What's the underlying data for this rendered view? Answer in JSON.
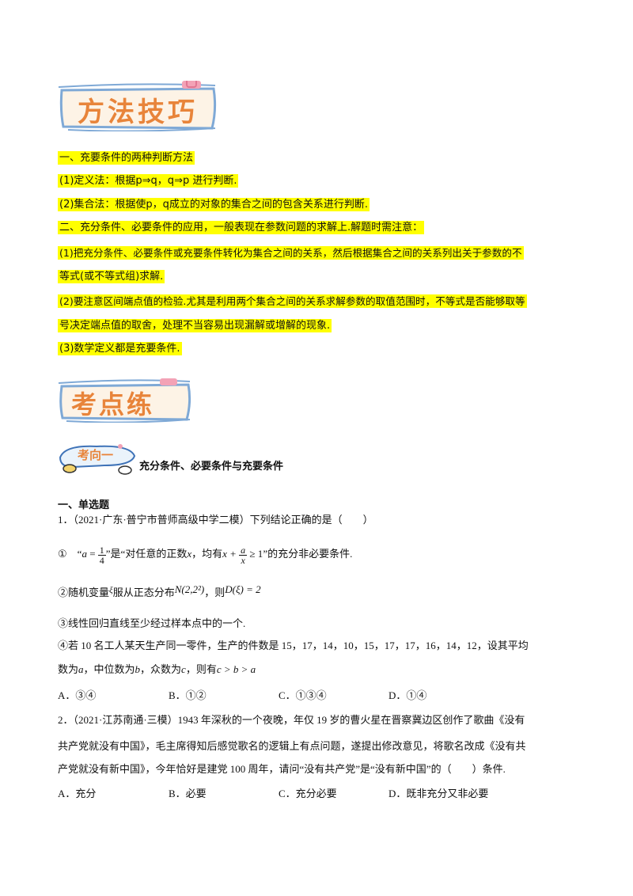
{
  "banners": {
    "method": "方法技巧",
    "practice": "考点练",
    "direction_tag": "考向一",
    "direction_title": "充分条件、必要条件与充要条件"
  },
  "method_lines": [
    "一、充要条件的两种判断方法",
    "(1)定义法：根据p⇒q，q⇒p 进行判断.",
    "(2)集合法：根据使p，q成立的对象的集合之间的包含关系进行判断.",
    "二、充分条件、必要条件的应用，一般表现在参数问题的求解上.解题时需注意：",
    "(1)把充分条件、必要条件或充要条件转化为集合之间的关系，然后根据集合之间的关系列出关于参数的不",
    "等式(或不等式组)求解.",
    "(2)要注意区间端点值的检验.尤其是利用两个集合之间的关系求解参数的取值范围时，不等式是否能够取等",
    "号决定端点值的取舍，处理不当容易出现漏解或增解的现象.",
    "(3)数学定义都是充要条件."
  ],
  "section_heading": "一、单选题",
  "q1": {
    "stem": "1．（2021·广东·普宁市普师高级中学二模）下列结论正确的是（　　）",
    "s1_prefix": "①　“",
    "s1_a": "a",
    "s1_eq": " = ",
    "s1_num": "1",
    "s1_den": "4",
    "s1_mid": "”是“对任意的正数",
    "s1_x": "x",
    "s1_mid2": "，均有",
    "s1_xplus": "x + ",
    "s1_fnum": "a",
    "s1_fden": "x",
    "s1_ge": " ≥ 1",
    "s1_tail": "”的充分非必要条件.",
    "s2_prefix": "②随机变量",
    "s2_xi": "ξ",
    "s2_mid": "服从正态分布",
    "s2_dist": "N(2,2²)",
    "s2_then": "，则",
    "s2_expr": "D(ξ) = 2",
    "s3": "③线性回归直线至少经过样本点中的一个.",
    "s4_line1": "④若 10 名工人某天生产同一零件，生产的件数是 15，17，14，10，15，17，17，16，14，12，设其平均",
    "s4_line2_a": "数为",
    "s4_a": "a",
    "s4_line2_b": "，中位数为",
    "s4_b": "b",
    "s4_line2_c": "，众数为",
    "s4_c": "c",
    "s4_line2_d": "，则有",
    "s4_expr": "c > b > a",
    "options": [
      "A．③④",
      "B．①②",
      "C．①③④",
      "D．①④"
    ]
  },
  "q2": {
    "line1": "2．（2021·江苏南通·三模）1943 年深秋的一个夜晚，年仅 19 岁的曹火星在晋察冀边区创作了歌曲《没有",
    "line2": "共产党就没有中国》，毛主席得知后感觉歌名的逻辑上有点问题，遂提出修改意见，将歌名改成《没有共",
    "line3": "产党就没有新中国》，今年恰好是建党 100 周年，请问“没有共产党”是“没有新中国”的（　　）条件.",
    "options": [
      "A．充分",
      "B．必要",
      "C．充分必要",
      "D．既非充分又非必要"
    ]
  },
  "colors": {
    "highlight": "#ffff00",
    "banner_text": "#e8843a",
    "banner_bg": "#fdf3e6",
    "banner_border": "#8fb6dd"
  }
}
